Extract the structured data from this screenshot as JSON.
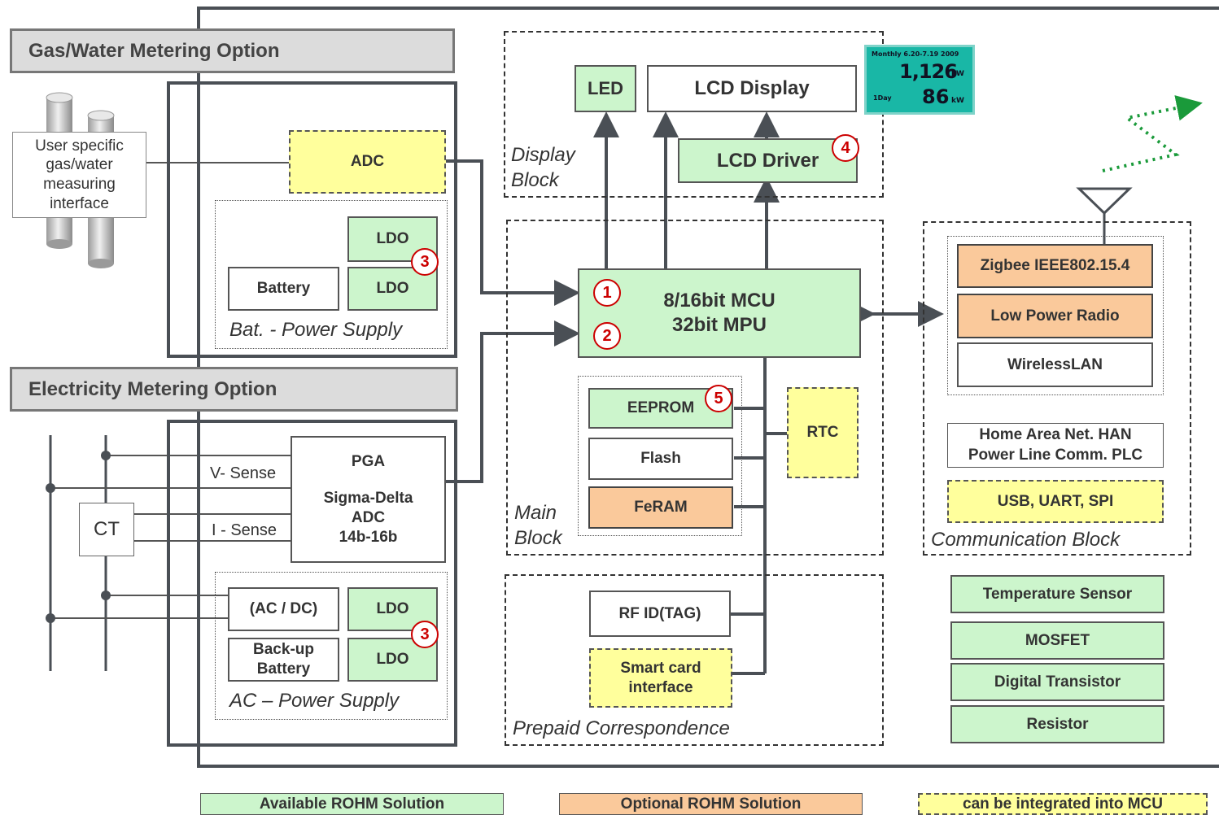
{
  "headers": {
    "gas_water": "Gas/Water Metering Option",
    "electricity": "Electricity Metering Option"
  },
  "gas_interface": "User specific gas/water measuring interface",
  "adc": "ADC",
  "ldo": "LDO",
  "battery": "Battery",
  "bat_power_supply": "Bat. - Power Supply",
  "pga": {
    "line1": "PGA",
    "line2": "Sigma-Delta",
    "line3": "ADC",
    "line4": "14b-16b"
  },
  "v_sense": "V- Sense",
  "i_sense": "I - Sense",
  "ct": "CT",
  "ac_dc": "(AC / DC)",
  "backup_battery": "Back-up Battery",
  "ac_power_supply": "AC – Power Supply",
  "display": {
    "led": "LED",
    "lcd_display": "LCD Display",
    "lcd_driver": "LCD Driver",
    "block_label_1": "Display",
    "block_label_2": "Block",
    "screen": {
      "line1": "Monthly 6.20-7.19 2009",
      "value1": "1,126",
      "unit": "kW",
      "line2_label": "1Day",
      "value2": "86"
    }
  },
  "mcu": {
    "line1": "8/16bit MCU",
    "line2": "32bit MPU"
  },
  "memory": {
    "eeprom": "EEPROM",
    "flash": "Flash",
    "feram": "FeRAM",
    "rtc": "RTC"
  },
  "main_block": {
    "line1": "Main",
    "line2": "Block"
  },
  "prepaid": {
    "rfid": "RF ID(TAG)",
    "smart_card": "Smart card interface",
    "label": "Prepaid Correspondence"
  },
  "communication": {
    "zigbee": "Zigbee IEEE802.15.4",
    "low_power_radio": "Low Power Radio",
    "wireless_lan": "WirelessLAN",
    "han_line1": "Home Area Net. HAN",
    "han_line2": "Power Line Comm. PLC",
    "usb": "USB, UART, SPI",
    "label": "Communication Block"
  },
  "components": {
    "temperature_sensor": "Temperature Sensor",
    "mosfet": "MOSFET",
    "digital_transistor": "Digital Transistor",
    "resistor": "Resistor"
  },
  "numbers": [
    "1",
    "2",
    "3",
    "4",
    "5"
  ],
  "legend": {
    "available": "Available ROHM Solution",
    "optional": "Optional ROHM Solution",
    "integrated": "can be integrated into MCU"
  },
  "colors": {
    "green": "#ccf5cc",
    "orange": "#fac99b",
    "yellow": "#ffff9c",
    "red_marker": "#cc0000",
    "frame": "#4a4f55"
  }
}
